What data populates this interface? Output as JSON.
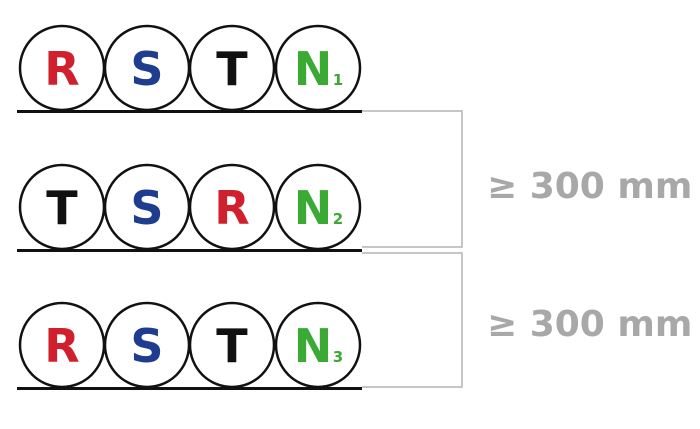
{
  "colors": {
    "R": "#d0202d",
    "S": "#1f3d8f",
    "T": "#111111",
    "N": "#3aaa35",
    "bracket": "#b3b3b3",
    "label": "#a8a8a8"
  },
  "rows": [
    {
      "conductors": [
        {
          "letter": "R",
          "sub": "",
          "color_key": "R"
        },
        {
          "letter": "S",
          "sub": "",
          "color_key": "S"
        },
        {
          "letter": "T",
          "sub": "",
          "color_key": "T"
        },
        {
          "letter": "N",
          "sub": "1",
          "color_key": "N"
        }
      ]
    },
    {
      "conductors": [
        {
          "letter": "T",
          "sub": "",
          "color_key": "T"
        },
        {
          "letter": "S",
          "sub": "",
          "color_key": "S"
        },
        {
          "letter": "R",
          "sub": "",
          "color_key": "R"
        },
        {
          "letter": "N",
          "sub": "2",
          "color_key": "N"
        }
      ]
    },
    {
      "conductors": [
        {
          "letter": "R",
          "sub": "",
          "color_key": "R"
        },
        {
          "letter": "S",
          "sub": "",
          "color_key": "S"
        },
        {
          "letter": "T",
          "sub": "",
          "color_key": "T"
        },
        {
          "letter": "N",
          "sub": "3",
          "color_key": "N"
        }
      ]
    }
  ],
  "spacings": [
    {
      "label": "≥ 300 mm"
    },
    {
      "label": "≥ 300 mm"
    }
  ]
}
